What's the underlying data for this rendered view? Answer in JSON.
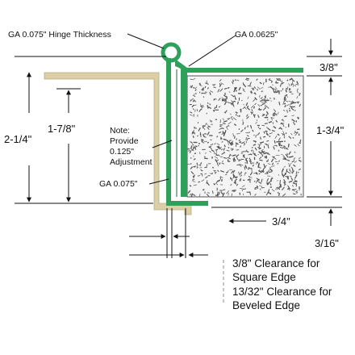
{
  "labels": {
    "hinge_thickness": "GA 0.075\" Hinge Thickness",
    "ga_top": "GA 0.0625\"",
    "note_line1": "Note:",
    "note_line2": "Provide",
    "note_line3": "0.125\"",
    "note_line4": "Adjustment",
    "ga_bottom": "GA 0.075\""
  },
  "dimensions": {
    "overall_height": "2-1/4\"",
    "frame_inner_height": "1-7/8\"",
    "door_top": "3/8\"",
    "door_height": "1-3/4\"",
    "door_offset": "3/4\"",
    "bottom_gap": "3/16\""
  },
  "clearance_notes": {
    "line1": "3/8\" Clearance for",
    "line2": "Square Edge",
    "line3": "13/32\" Clearance for",
    "line4": "Beveled Edge"
  },
  "colors": {
    "frame_leaf": "#dccfa6",
    "door_leaf": "#2fa05a",
    "door_leaf_dark": "#1a6b3a",
    "door_fill": "#f4f4f4",
    "texture": "#555555"
  }
}
